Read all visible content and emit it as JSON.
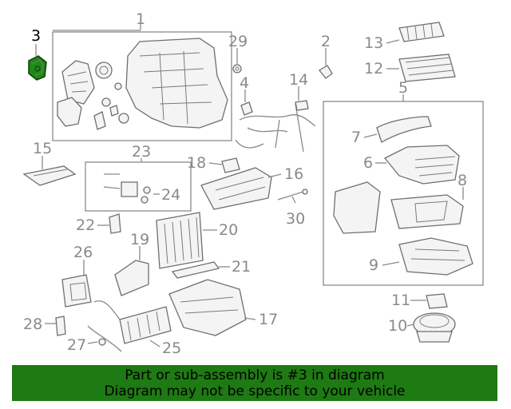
{
  "diagram": {
    "highlight_color": "#1e8a14",
    "callouts": {
      "c1": "1",
      "c2": "2",
      "c3": "3",
      "c4": "4",
      "c5": "5",
      "c6": "6",
      "c7": "7",
      "c8": "8",
      "c9": "9",
      "c10": "10",
      "c11": "11",
      "c12": "12",
      "c13": "13",
      "c14": "14",
      "c15": "15",
      "c16": "16",
      "c17": "17",
      "c18": "18",
      "c19": "19",
      "c20": "20",
      "c21": "21",
      "c22": "22",
      "c23": "23",
      "c24": "24",
      "c25": "25",
      "c26": "26",
      "c27": "27",
      "c28": "28",
      "c29": "29",
      "c30": "30"
    }
  },
  "banner": {
    "background": "#1e7a12",
    "line1": "Part or sub-assembly is #3 in diagram",
    "line2": "Diagram may not be specific to your vehicle"
  }
}
